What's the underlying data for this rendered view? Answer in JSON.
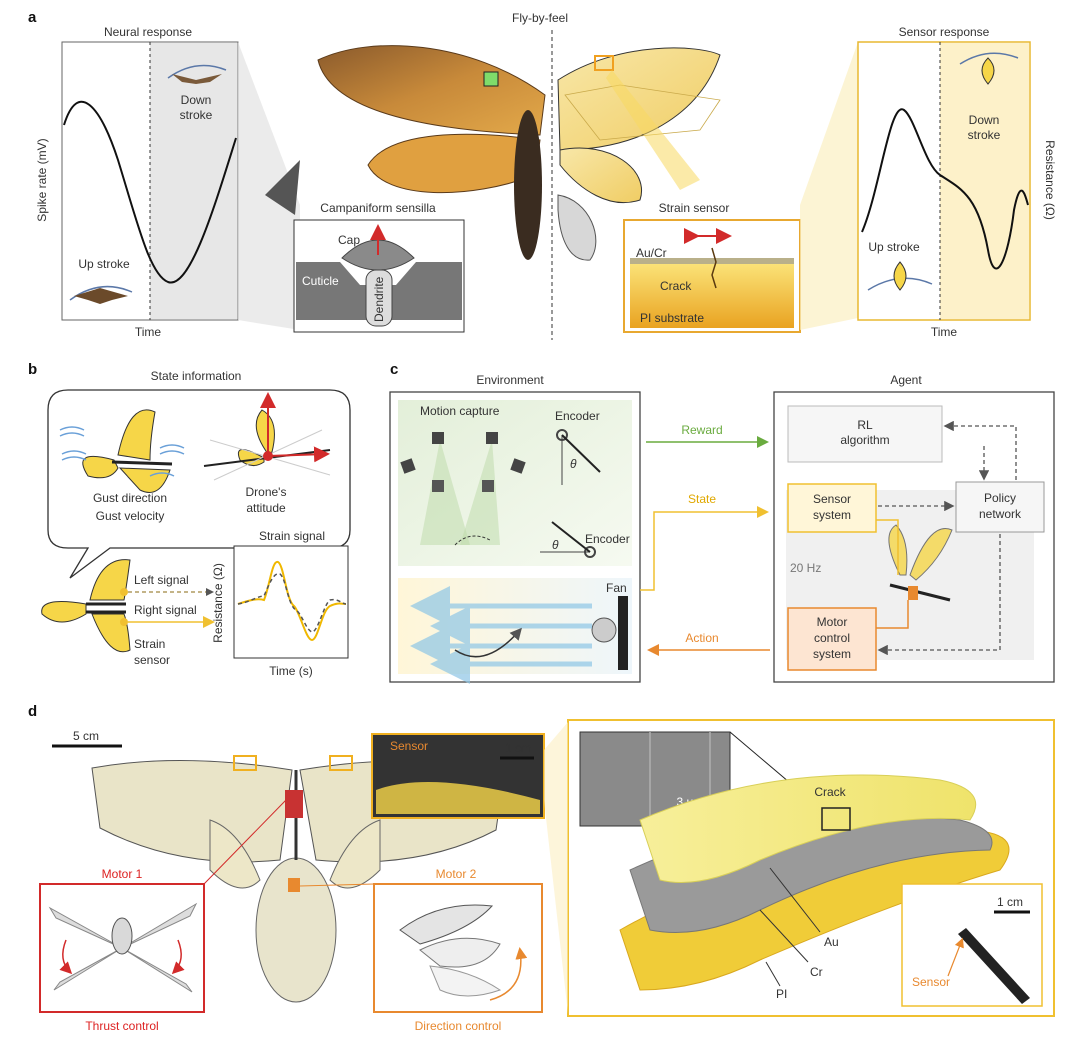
{
  "panel_a": {
    "letter": "a",
    "title_center": "Fly-by-feel",
    "neural": {
      "title": "Neural response",
      "ylabel": "Spike rate (mV)",
      "xlabel": "Time",
      "down": "Down",
      "stroke": "stroke",
      "up": "Up stroke"
    },
    "campaniform": {
      "title": "Campaniform sensilla",
      "cap": "Cap",
      "cuticle": "Cuticle",
      "dendrite": "Dendrite"
    },
    "strain": {
      "title": "Strain sensor",
      "aucr": "Au/Cr",
      "crack": "Crack",
      "pi": "PI substrate"
    },
    "sensor": {
      "title": "Sensor response",
      "ylabel": "Resistance (Ω)",
      "xlabel": "Time",
      "down": "Down",
      "stroke": "stroke",
      "up": "Up stroke"
    }
  },
  "panel_b": {
    "letter": "b",
    "state_title": "State information",
    "gust_direction": "Gust direction",
    "gust_velocity": "Gust velocity",
    "drone": "Drone's",
    "attitude": "attitude",
    "left_signal": "Left signal",
    "right_signal": "Right signal",
    "strain": "Strain",
    "sensor": "sensor",
    "plot_title": "Strain signal",
    "ylabel": "Resistance (Ω)",
    "xlabel": "Time (s)"
  },
  "panel_c": {
    "letter": "c",
    "environment": "Environment",
    "agent": "Agent",
    "motion_capture": "Motion capture",
    "encoder": "Encoder",
    "theta": "θ",
    "fan": "Fan",
    "reward": "Reward",
    "state": "State",
    "action": "Action",
    "rl_1": "RL",
    "rl_2": "algorithm",
    "sensor_1": "Sensor",
    "sensor_2": "system",
    "policy_1": "Policy",
    "policy_2": "network",
    "motor_1": "Motor",
    "motor_2": "control",
    "motor_3": "system",
    "hz": "20 Hz"
  },
  "panel_d": {
    "letter": "d",
    "scale_5cm": "5 cm",
    "sensor_label": "Sensor",
    "scale_1cm": "1 cm",
    "motor1": "Motor 1",
    "motor2": "Motor 2",
    "thrust": "Thrust control",
    "direction": "Direction control",
    "scale_3um": "3 μm",
    "crack": "Crack",
    "au": "Au",
    "cr": "Cr",
    "pi": "PI",
    "scale_1cm_b": "1 cm",
    "sensor_b": "Sensor"
  },
  "colors": {
    "yellow": "#f6d648",
    "orange": "#e8892f",
    "red": "#d22a2a",
    "green": "#6aab3f",
    "gold": "#e0b84a"
  }
}
